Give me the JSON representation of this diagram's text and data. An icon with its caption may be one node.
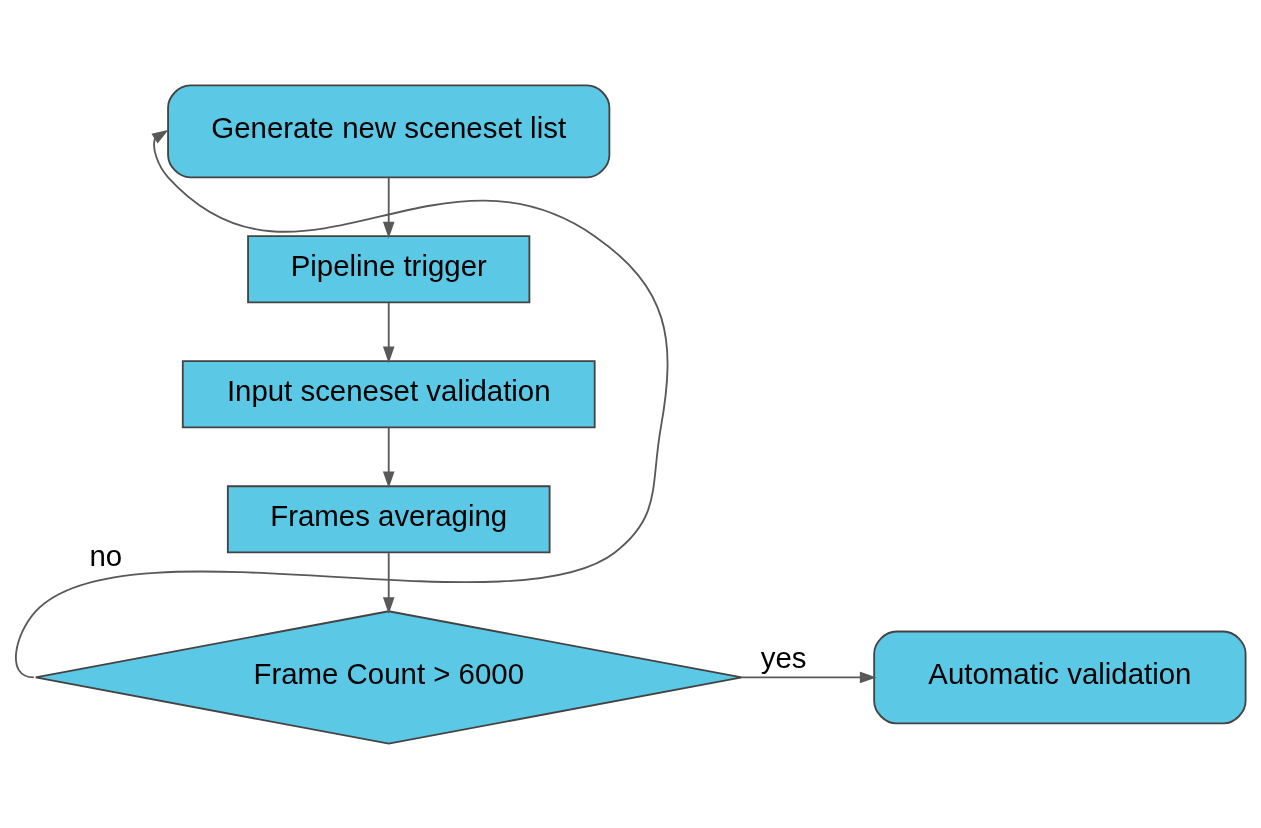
{
  "diagram": {
    "nodes": [
      {
        "text": [
          "Generate new sceneset list"
        ]
      },
      {
        "text": [
          "Pipeline trigger"
        ]
      },
      {
        "text": [
          "Input sceneset validation"
        ]
      },
      {
        "text": [
          "Frames averaging"
        ]
      },
      {
        "text": [
          "Frame Count > 6000"
        ]
      },
      {
        "text": [
          "Automatic validation"
        ]
      }
    ],
    "edges": [
      {
        "from": 0,
        "to": 1,
        "arrow": "to"
      },
      {
        "from": 1,
        "to": 2,
        "arrow": "to"
      },
      {
        "from": 2,
        "to": 3,
        "arrow": "to"
      },
      {
        "from": 3,
        "to": 4,
        "arrow": "to"
      },
      {
        "from": 4,
        "to": 5,
        "arrow": "to",
        "label": "yes"
      },
      {
        "from": 4,
        "to": 0,
        "arrow": "to",
        "label": "no"
      }
    ]
  }
}
